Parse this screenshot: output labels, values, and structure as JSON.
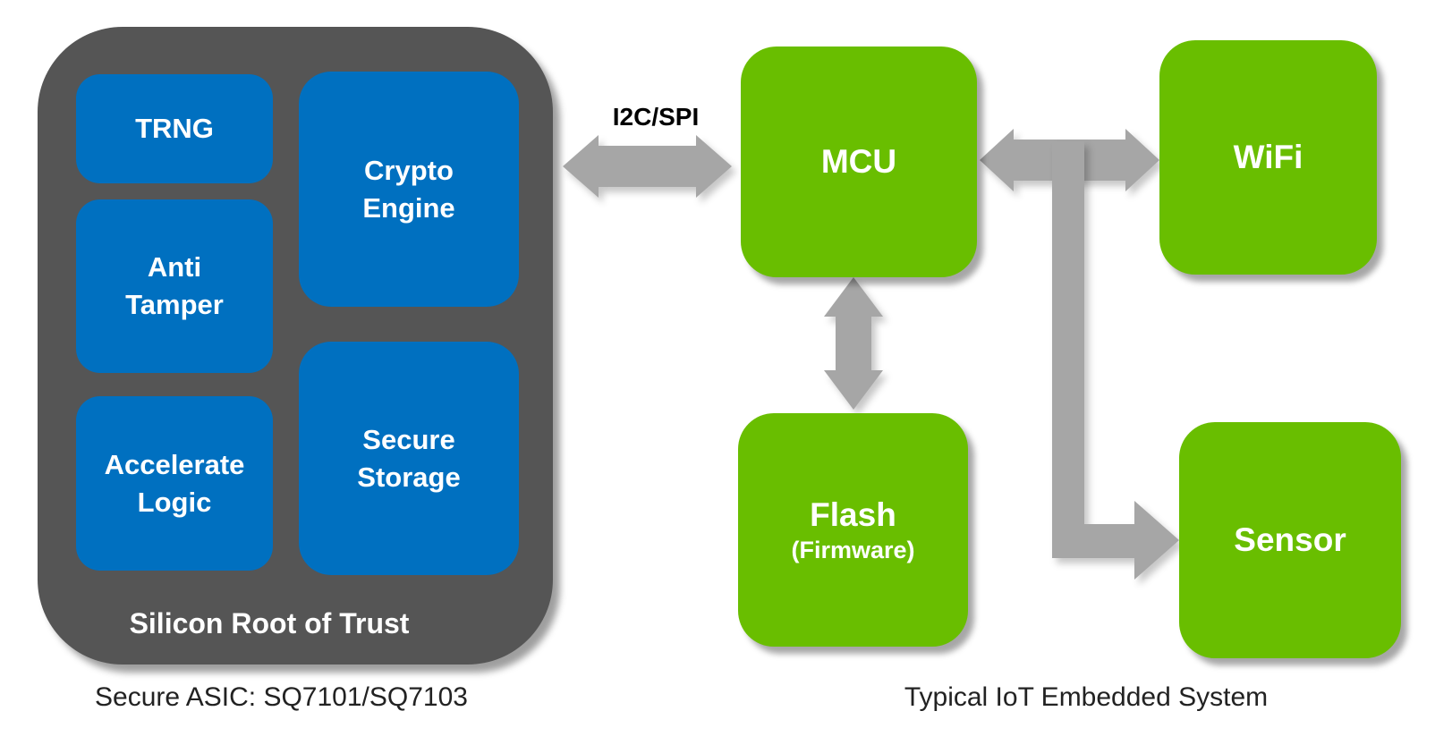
{
  "asic": {
    "title": "Silicon Root of Trust",
    "caption": "Secure ASIC: SQ7101/SQ7103",
    "blocks": {
      "trng": "TRNG",
      "anti_tamper": "Anti\nTamper",
      "accelerate_logic": "Accelerate\nLogic",
      "crypto_engine": "Crypto\nEngine",
      "secure_storage": "Secure\nStorage"
    }
  },
  "iot": {
    "caption": "Typical IoT Embedded System",
    "blocks": {
      "mcu": "MCU",
      "wifi": "WiFi",
      "flash": "Flash",
      "flash_sub": "(Firmware)",
      "sensor": "Sensor"
    }
  },
  "labels": {
    "bus": "I2C/SPI"
  },
  "colors": {
    "asic_background": "#555555",
    "block_blue": "#0070c0",
    "block_green": "#69be00",
    "arrow": "#a6a6a6",
    "caption_text": "#222222",
    "block_text": "#ffffff"
  }
}
